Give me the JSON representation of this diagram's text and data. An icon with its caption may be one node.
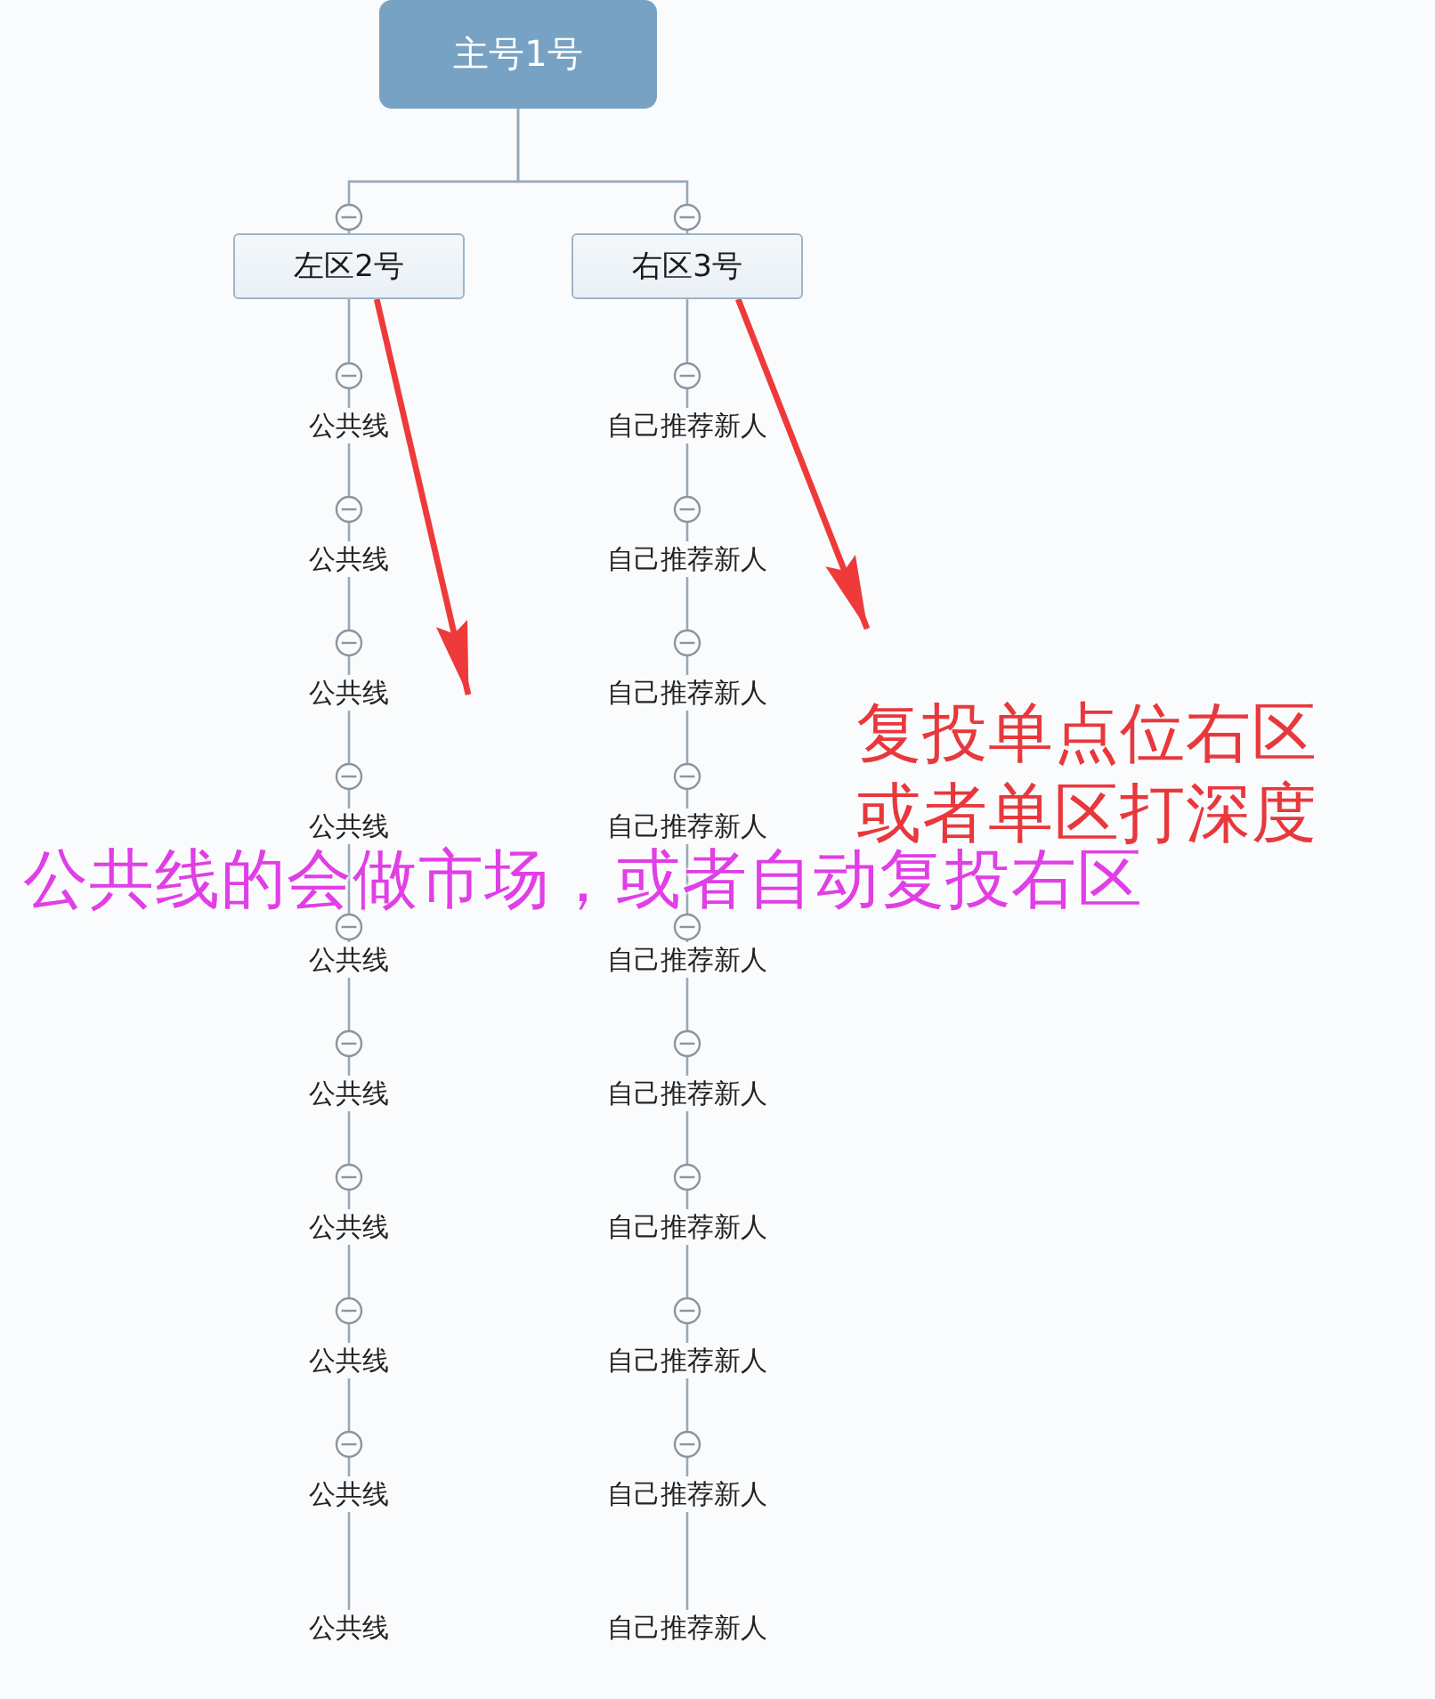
{
  "diagram": {
    "nodes": [
      {
        "text": [
          "主号1号"
        ]
      },
      {
        "text": [
          "左区2号"
        ]
      },
      {
        "text": [
          "右区3号"
        ]
      },
      {
        "text": [
          "公共线"
        ]
      },
      {
        "text": [
          "公共线"
        ]
      },
      {
        "text": [
          "公共线"
        ]
      },
      {
        "text": [
          "公共线"
        ]
      },
      {
        "text": [
          "公共线"
        ]
      },
      {
        "text": [
          "公共线"
        ]
      },
      {
        "text": [
          "公共线"
        ]
      },
      {
        "text": [
          "公共线"
        ]
      },
      {
        "text": [
          "公共线"
        ]
      },
      {
        "text": [
          "公共线"
        ]
      },
      {
        "text": [
          "自己推荐新人"
        ]
      },
      {
        "text": [
          "自己推荐新人"
        ]
      },
      {
        "text": [
          "自己推荐新人"
        ]
      },
      {
        "text": [
          "自己推荐新人"
        ]
      },
      {
        "text": [
          "自己推荐新人"
        ]
      },
      {
        "text": [
          "自己推荐新人"
        ]
      },
      {
        "text": [
          "自己推荐新人"
        ]
      },
      {
        "text": [
          "自己推荐新人"
        ]
      },
      {
        "text": [
          "自己推荐新人"
        ]
      },
      {
        "text": [
          "自己推荐新人"
        ]
      }
    ],
    "edges": [
      {
        "from": 0,
        "to": 1,
        "arrow": "none"
      },
      {
        "from": 0,
        "to": 2,
        "arrow": "none"
      },
      {
        "from": 1,
        "to": 3,
        "arrow": "none"
      },
      {
        "from": 3,
        "to": 4,
        "arrow": "none"
      },
      {
        "from": 4,
        "to": 5,
        "arrow": "none"
      },
      {
        "from": 5,
        "to": 6,
        "arrow": "none"
      },
      {
        "from": 6,
        "to": 7,
        "arrow": "none"
      },
      {
        "from": 7,
        "to": 8,
        "arrow": "none"
      },
      {
        "from": 8,
        "to": 9,
        "arrow": "none"
      },
      {
        "from": 9,
        "to": 10,
        "arrow": "none"
      },
      {
        "from": 10,
        "to": 11,
        "arrow": "none"
      },
      {
        "from": 11,
        "to": 12,
        "arrow": "none"
      },
      {
        "from": 2,
        "to": 13,
        "arrow": "none"
      },
      {
        "from": 13,
        "to": 14,
        "arrow": "none"
      },
      {
        "from": 14,
        "to": 15,
        "arrow": "none"
      },
      {
        "from": 15,
        "to": 16,
        "arrow": "none"
      },
      {
        "from": 16,
        "to": 17,
        "arrow": "none"
      },
      {
        "from": 17,
        "to": 18,
        "arrow": "none"
      },
      {
        "from": 18,
        "to": 19,
        "arrow": "none"
      },
      {
        "from": 19,
        "to": 20,
        "arrow": "none"
      },
      {
        "from": 20,
        "to": 21,
        "arrow": "none"
      },
      {
        "from": 21,
        "to": 22,
        "arrow": "none"
      },
      {
        "from": 1,
        "to": null,
        "arrow": "to",
        "style": "thick",
        "color": "#ee3a3a"
      },
      {
        "from": 2,
        "to": null,
        "arrow": "to",
        "style": "thick",
        "color": "#ee3a3a"
      }
    ],
    "labels": [
      "复投单点位右区或者单区打深度",
      "公共线的会做市场，或者自动复投右区"
    ]
  }
}
